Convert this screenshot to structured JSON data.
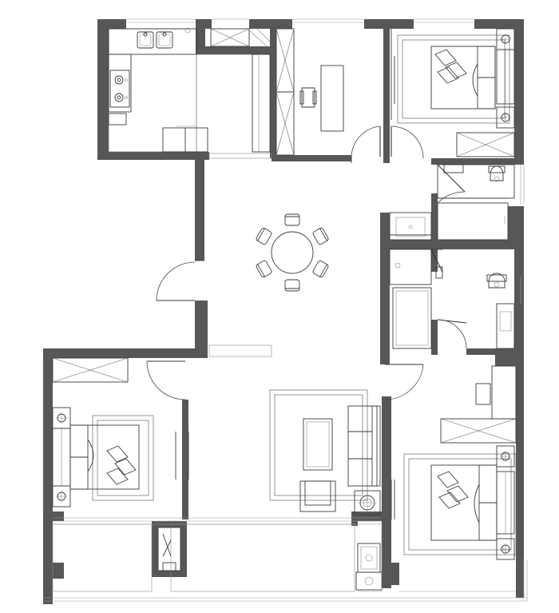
{
  "colors": {
    "wall": "#575757",
    "line": "#3a3a3a",
    "background": "#ffffff"
  },
  "rooms": [
    {
      "id": "kitchen"
    },
    {
      "id": "study"
    },
    {
      "id": "master-bedroom"
    },
    {
      "id": "bathroom-1"
    },
    {
      "id": "bathroom-2"
    },
    {
      "id": "dining-living"
    },
    {
      "id": "bedroom-2"
    },
    {
      "id": "bedroom-3"
    },
    {
      "id": "balcony"
    }
  ],
  "dining": {
    "chairs": 6
  }
}
